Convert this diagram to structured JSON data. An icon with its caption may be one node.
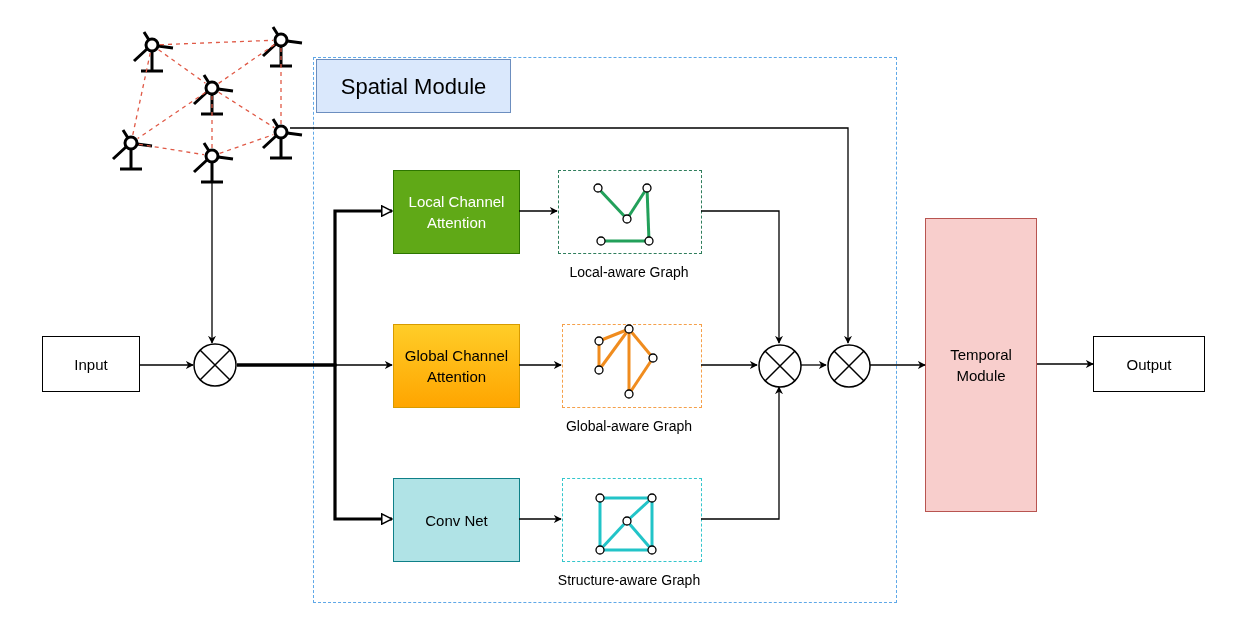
{
  "diagram": {
    "nodes": [
      {
        "text": [
          "Spatial Module"
        ]
      },
      {
        "text": [],
        "shape": "turbine"
      },
      {
        "text": [],
        "shape": "turbine"
      },
      {
        "text": [],
        "shape": "turbine"
      },
      {
        "text": [],
        "shape": "turbine"
      },
      {
        "text": [],
        "shape": "turbine"
      },
      {
        "text": [],
        "shape": "turbine"
      },
      {
        "text": [
          "Input"
        ]
      },
      {
        "text": [],
        "shape": "circle"
      },
      {
        "text": [
          "Local Channel Attention"
        ],
        "in": 0
      },
      {
        "text": [
          "Global Channel Attention"
        ],
        "in": 0
      },
      {
        "text": [
          "Conv Net"
        ],
        "in": 0
      },
      {
        "text": [],
        "shape": "box",
        "in": 0,
        "beside": [
          "Local-aware Graph"
        ]
      },
      {
        "text": [],
        "shape": "box",
        "in": 0,
        "beside": [
          "Global-aware Graph"
        ]
      },
      {
        "text": [],
        "shape": "box",
        "in": 0,
        "beside": [
          "Structure-aware Graph"
        ]
      },
      {
        "text": [],
        "shape": "circle",
        "in": 0
      },
      {
        "text": [],
        "shape": "circle",
        "in": 0
      },
      {
        "text": [
          "Temporal Module"
        ]
      },
      {
        "text": [
          "Output"
        ]
      }
    ],
    "edges": [
      {
        "from": 1,
        "to": 2,
        "arrow": "none",
        "style": "dashed",
        "color": "#e05a47"
      },
      {
        "from": 1,
        "to": 3,
        "arrow": "none",
        "style": "dashed",
        "color": "#e05a47"
      },
      {
        "from": 1,
        "to": 5,
        "arrow": "none",
        "style": "dashed",
        "color": "#e05a47"
      },
      {
        "from": 2,
        "to": 3,
        "arrow": "none",
        "style": "dashed",
        "color": "#e05a47"
      },
      {
        "from": 2,
        "to": 4,
        "arrow": "none",
        "style": "dashed",
        "color": "#e05a47"
      },
      {
        "from": 3,
        "to": 5,
        "arrow": "none",
        "style": "dashed",
        "color": "#e05a47"
      },
      {
        "from": 3,
        "to": 4,
        "arrow": "none",
        "style": "dashed",
        "color": "#e05a47"
      },
      {
        "from": 3,
        "to": 6,
        "arrow": "none",
        "style": "dashed",
        "color": "#e05a47"
      },
      {
        "from": 5,
        "to": 6,
        "arrow": "none",
        "style": "dashed",
        "color": "#e05a47"
      },
      {
        "from": 6,
        "to": 4,
        "arrow": "none",
        "style": "dashed",
        "color": "#e05a47"
      },
      {
        "from": 6,
        "to": 8,
        "arrow": "to"
      },
      {
        "from": 7,
        "to": 8,
        "arrow": "to"
      },
      {
        "from": 8,
        "to": 10,
        "arrow": "to"
      },
      {
        "from": 8,
        "to": 9,
        "arrow": "to",
        "style": "thick"
      },
      {
        "from": 8,
        "to": 11,
        "arrow": "to",
        "style": "thick"
      },
      {
        "from": 9,
        "to": 12,
        "arrow": "to"
      },
      {
        "from": 10,
        "to": 13,
        "arrow": "to"
      },
      {
        "from": 11,
        "to": 14,
        "arrow": "to"
      },
      {
        "from": 12,
        "to": 15,
        "arrow": "to"
      },
      {
        "from": 13,
        "to": 15,
        "arrow": "to"
      },
      {
        "from": 14,
        "to": 15,
        "arrow": "to"
      },
      {
        "from": 4,
        "to": 16,
        "arrow": "to"
      },
      {
        "from": 15,
        "to": 16,
        "arrow": "to"
      },
      {
        "from": 16,
        "to": 17,
        "arrow": "to"
      },
      {
        "from": 17,
        "to": 18,
        "arrow": "to"
      }
    ]
  }
}
